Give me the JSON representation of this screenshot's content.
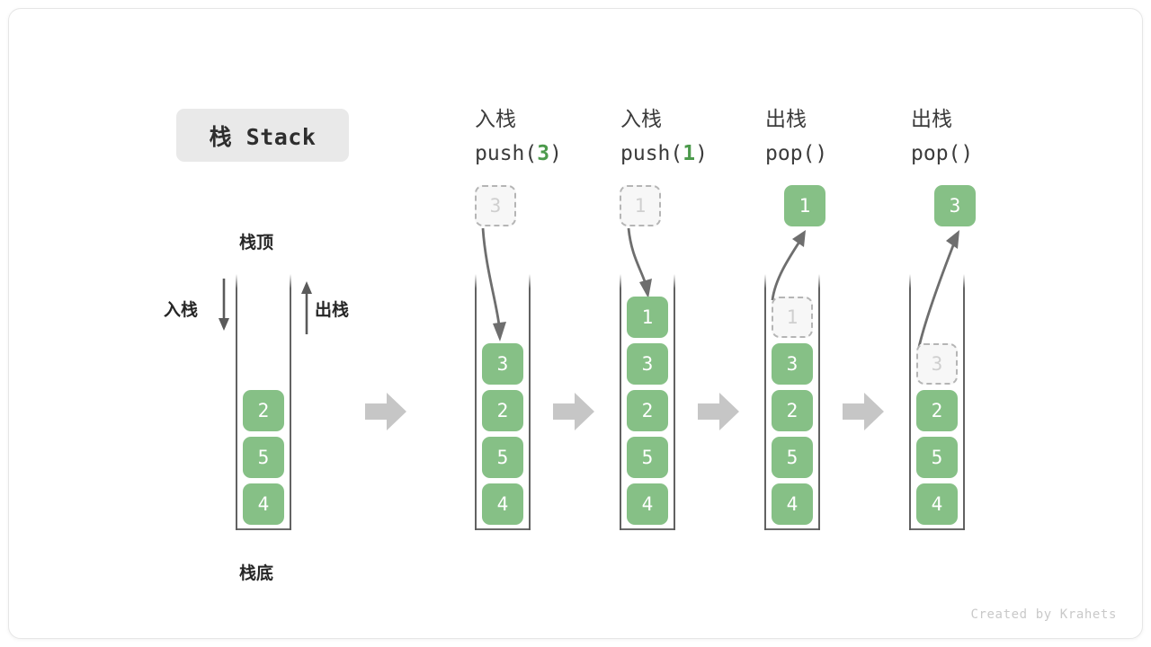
{
  "card": {
    "title_badge": "栈 Stack",
    "footer": "Created by Krahets"
  },
  "colors": {
    "element_green": "#86c086",
    "accent_green_text": "#4c9a4c",
    "ghost_gray": "#cfcfcf",
    "arrow_gray": "#6e6e6e",
    "flow_arrow_gray": "#c6c6c6",
    "badge_bg": "#e9e9e9"
  },
  "labels": {
    "stack_top": "栈顶",
    "stack_bottom": "栈底",
    "push_side": "入栈",
    "pop_side": "出栈"
  },
  "columns": [
    {
      "id": "initial",
      "header_op": "",
      "header_call_prefix": "",
      "header_call_arg": "",
      "header_call_suffix": "",
      "above_box": null,
      "ghost_index": null,
      "stack": [
        "2",
        "5",
        "4"
      ],
      "arrow": "none"
    },
    {
      "id": "push-3",
      "header_op": "入栈",
      "header_call_prefix": "push(",
      "header_call_arg": "3",
      "header_call_suffix": ")",
      "above_box": {
        "value": "3",
        "style": "ghost"
      },
      "ghost_index": null,
      "stack": [
        "3",
        "2",
        "5",
        "4"
      ],
      "arrow": "down"
    },
    {
      "id": "push-1",
      "header_op": "入栈",
      "header_call_prefix": "push(",
      "header_call_arg": "1",
      "header_call_suffix": ")",
      "above_box": {
        "value": "1",
        "style": "ghost"
      },
      "ghost_index": null,
      "stack": [
        "1",
        "3",
        "2",
        "5",
        "4"
      ],
      "arrow": "down"
    },
    {
      "id": "pop-1",
      "header_op": "出栈",
      "header_call_prefix": "pop(",
      "header_call_arg": "",
      "header_call_suffix": ")",
      "above_box": {
        "value": "1",
        "style": "filled"
      },
      "ghost_index": 0,
      "stack": [
        "1",
        "3",
        "2",
        "5",
        "4"
      ],
      "arrow": "up"
    },
    {
      "id": "pop-3",
      "header_op": "出栈",
      "header_call_prefix": "pop(",
      "header_call_arg": "",
      "header_call_suffix": ")",
      "above_box": {
        "value": "3",
        "style": "filled"
      },
      "ghost_index": 0,
      "stack": [
        "3",
        "2",
        "5",
        "4"
      ],
      "arrow": "up"
    }
  ],
  "flow_arrows": [
    {
      "id": "flow-1"
    },
    {
      "id": "flow-2"
    },
    {
      "id": "flow-3"
    },
    {
      "id": "flow-4"
    }
  ]
}
